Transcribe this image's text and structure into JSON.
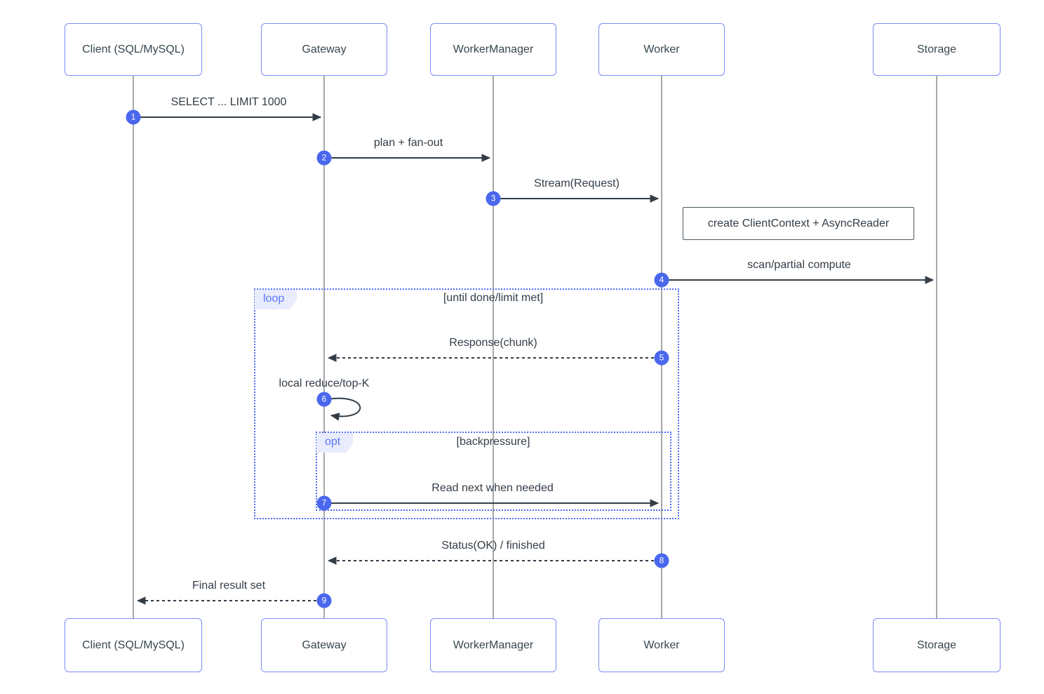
{
  "diagram": {
    "type": "sequence-diagram",
    "actors": [
      {
        "id": "client",
        "label": "Client (SQL/MySQL)"
      },
      {
        "id": "gateway",
        "label": "Gateway"
      },
      {
        "id": "workermanager",
        "label": "WorkerManager"
      },
      {
        "id": "worker",
        "label": "Worker"
      },
      {
        "id": "storage",
        "label": "Storage"
      }
    ],
    "messages": [
      {
        "seq": "1",
        "from": "client",
        "to": "gateway",
        "label": "SELECT ... LIMIT 1000",
        "line": "solid"
      },
      {
        "seq": "2",
        "from": "gateway",
        "to": "workermanager",
        "label": "plan + fan-out",
        "line": "solid"
      },
      {
        "seq": "3",
        "from": "workermanager",
        "to": "worker",
        "label": "Stream(Request)",
        "line": "solid"
      },
      {
        "seq": "4",
        "from": "worker",
        "to": "storage",
        "label": "scan/partial compute",
        "line": "solid"
      },
      {
        "seq": "5",
        "from": "worker",
        "to": "gateway",
        "label": "Response(chunk)",
        "line": "dashed"
      },
      {
        "seq": "6",
        "from": "gateway",
        "to": "gateway",
        "label": "local reduce/top-K",
        "line": "self"
      },
      {
        "seq": "7",
        "from": "gateway",
        "to": "worker",
        "label": "Read next when needed",
        "line": "solid"
      },
      {
        "seq": "8",
        "from": "worker",
        "to": "gateway",
        "label": "Status(OK) / finished",
        "line": "dashed"
      },
      {
        "seq": "9",
        "from": "gateway",
        "to": "client",
        "label": "Final result set",
        "line": "dashed"
      }
    ],
    "note": {
      "text": "create ClientContext + AsyncReader",
      "over": [
        "worker",
        "storage"
      ]
    },
    "frames": [
      {
        "kind": "loop",
        "label": "loop",
        "condition": "[until done/limit met]"
      },
      {
        "kind": "opt",
        "label": "opt",
        "condition": "[backpressure]"
      }
    ]
  },
  "colors": {
    "background": "#ffffff",
    "actor_border": "#7e8bf5",
    "actor_text": "#37474f",
    "lifeline": "#a8a8a8",
    "arrow": "#333d47",
    "message_text": "#333d47",
    "badge_background": "#4a67ee",
    "badge_text": "#ffffff",
    "frame_border": "#4c6bf5",
    "frame_label_background": "#e8ecfc",
    "frame_label_text": "#5b76f7",
    "note_border": "#4a5a63"
  }
}
